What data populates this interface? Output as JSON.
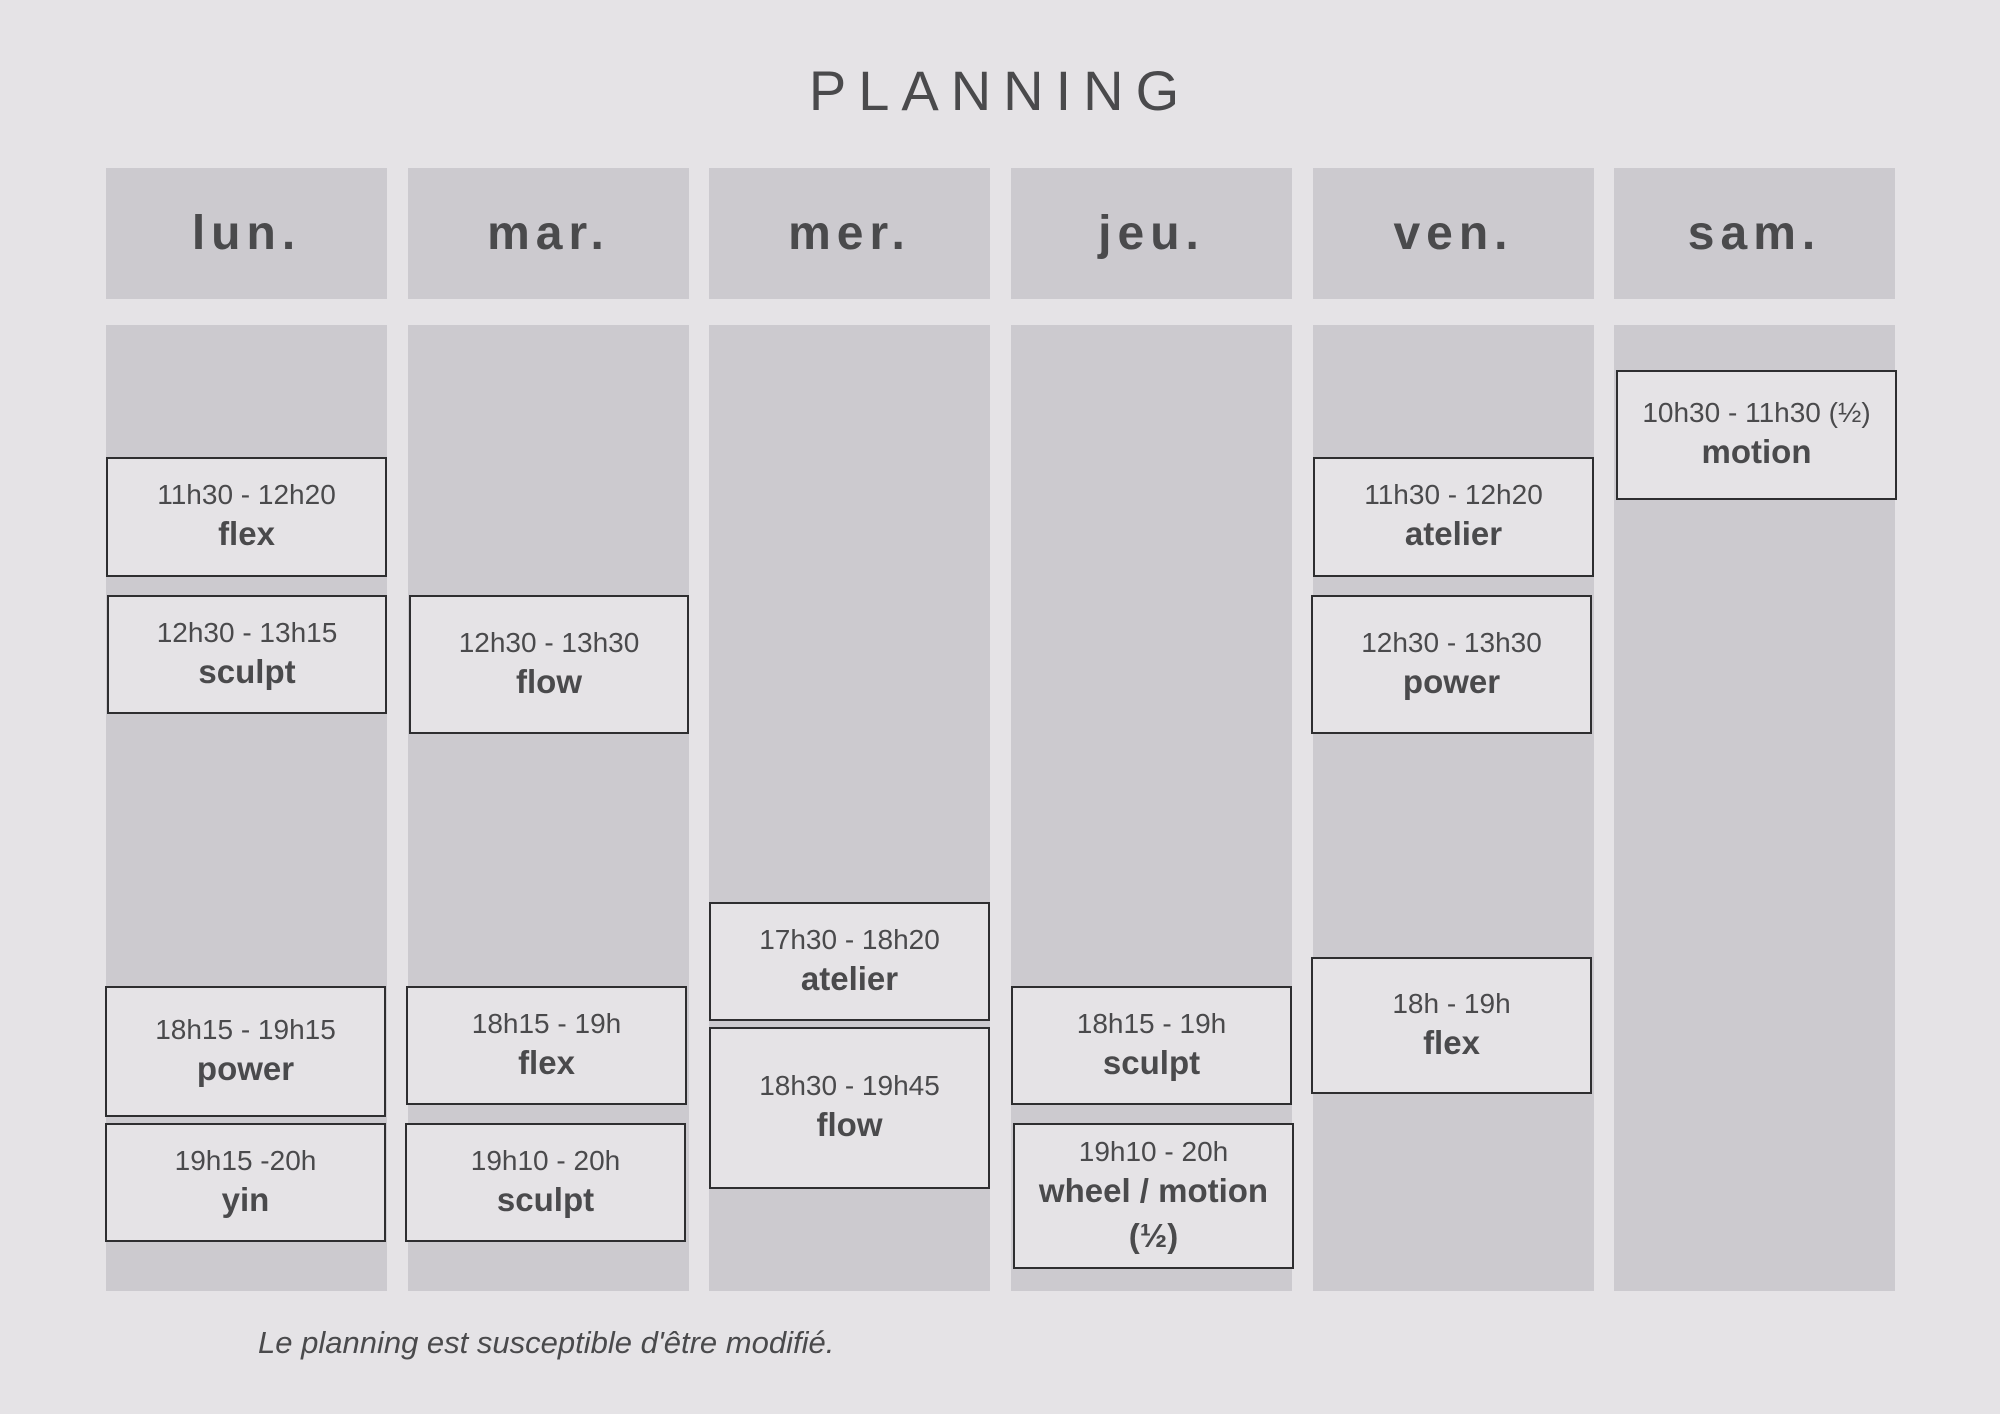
{
  "title": "PLANNING",
  "days": [
    {
      "label": "lun.",
      "slots": [
        {
          "time": "11h30 - 12h20",
          "name": "flex"
        },
        {
          "time": "12h30 - 13h15",
          "name": "sculpt"
        },
        {
          "time": "18h15 - 19h15",
          "name": "power"
        },
        {
          "time": "19h15 -20h",
          "name": "yin"
        }
      ]
    },
    {
      "label": "mar.",
      "slots": [
        {
          "time": "12h30 - 13h30",
          "name": "flow"
        },
        {
          "time": "18h15 - 19h",
          "name": "flex"
        },
        {
          "time": "19h10 - 20h",
          "name": "sculpt"
        }
      ]
    },
    {
      "label": "mer.",
      "slots": [
        {
          "time": "17h30 - 18h20",
          "name": "atelier"
        },
        {
          "time": "18h30 - 19h45",
          "name": "flow"
        }
      ]
    },
    {
      "label": "jeu.",
      "slots": [
        {
          "time": "18h15 - 19h",
          "name": "sculpt"
        },
        {
          "time": "19h10 - 20h",
          "name": "wheel / motion (½)"
        }
      ]
    },
    {
      "label": "ven.",
      "slots": [
        {
          "time": "11h30 - 12h20",
          "name": "atelier"
        },
        {
          "time": "12h30 - 13h30",
          "name": "power"
        },
        {
          "time": "18h - 19h",
          "name": "flex"
        }
      ]
    },
    {
      "label": "sam.",
      "slots": [
        {
          "time": "10h30 - 11h30 (½)",
          "name": "motion"
        }
      ]
    }
  ],
  "footnote": "Le planning est susceptible d'être modifié."
}
